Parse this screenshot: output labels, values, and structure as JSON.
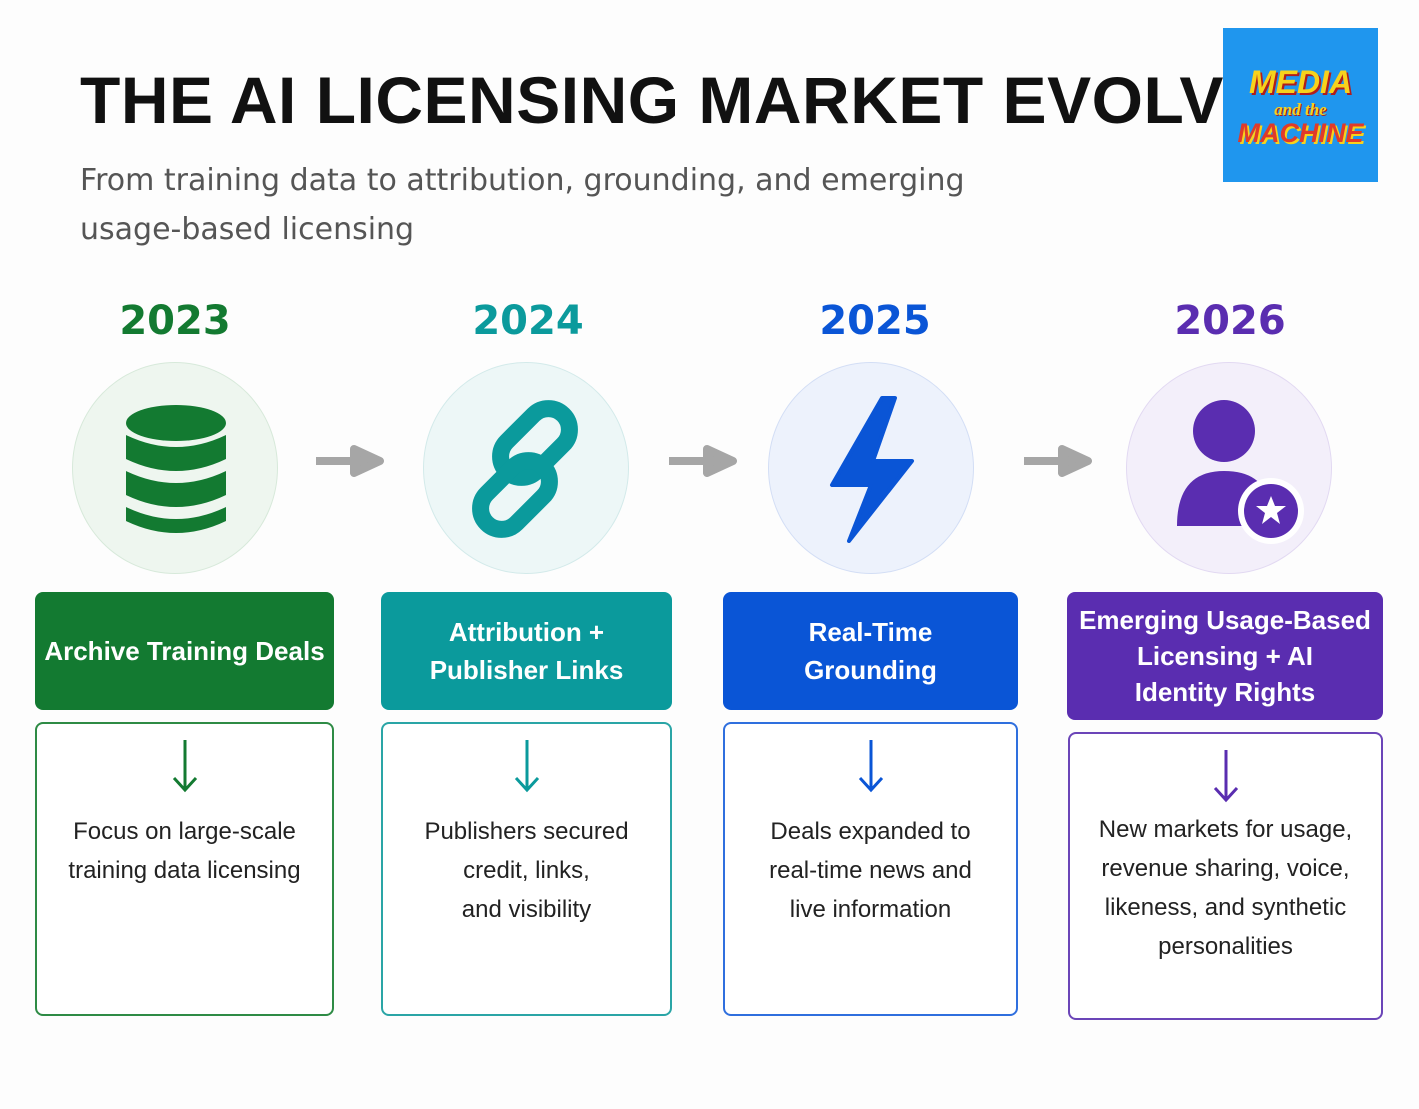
{
  "title": "THE AI LICENSING MARKET EVOLVED",
  "subtitle": "From training data to attribution, grounding, and emerging usage-based licensing",
  "logo": {
    "line1": "MEDIA",
    "line2": "and the",
    "line3": "MACHINE"
  },
  "colors": {
    "green": "#137a31",
    "teal": "#0b9a9c",
    "blue": "#0a55d6",
    "purple": "#5a2db0",
    "arrow_gray": "#a6a6a6"
  },
  "stages": [
    {
      "year": "2023",
      "icon": "database-icon",
      "label": "Archive Training Deals",
      "description": "Focus on large-scale\ntraining data licensing"
    },
    {
      "year": "2024",
      "icon": "link-icon",
      "label": "Attribution +\nPublisher Links",
      "description": "Publishers secured\ncredit, links,\nand visibility"
    },
    {
      "year": "2025",
      "icon": "lightning-icon",
      "label": "Real-Time\nGrounding",
      "description": "Deals expanded to\nreal-time news and\nlive information"
    },
    {
      "year": "2026",
      "icon": "user-star-icon",
      "label": "Emerging Usage-Based\nLicensing + AI\nIdentity Rights",
      "description": "New markets for usage,\nrevenue sharing, voice,\nlikeness, and synthetic\npersonalities"
    }
  ]
}
